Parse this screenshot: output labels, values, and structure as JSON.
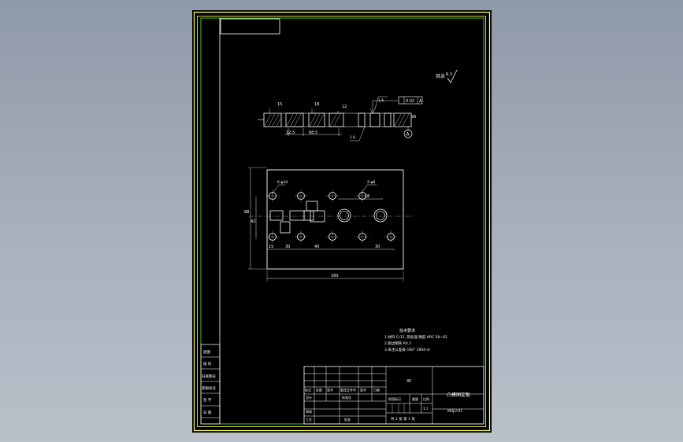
{
  "colors": {
    "background_top": "#8f9aa8",
    "sheet": "#000000",
    "outer_frame": "#ffff66",
    "inner_frame": "#33cc33",
    "lines": "#ffffff",
    "dimensions": "#dddddd"
  },
  "drawing": {
    "roughness_label": "其余",
    "roughness_value": "6.3",
    "datum_label": "A",
    "section_dims": {
      "d_left": "15",
      "d_mid": "18",
      "d_right": "12",
      "d_bottom_1": "12.5",
      "d_bottom_2": "68.5",
      "thickness": "26",
      "chamfer": "1.6",
      "tolerance": "0.02"
    },
    "plan_dims": {
      "hole_note_1": "6-φ10",
      "hole_note_2": "2-φ8",
      "height_total": "88",
      "height_inner": "42",
      "spacing_a": "15",
      "spacing_b": "30",
      "spacing_c": "40",
      "spacing_d": "30",
      "mid_dim": "18",
      "width_total": "160"
    },
    "tech_requirements": {
      "title": "技术要求",
      "line1": "1.材料 Cr12, 热处理 硬度 HRC 58~62",
      "line2": "2.锐边倒钝 R0.2",
      "line3": "3.未注公差按 GB/T 1804-m"
    }
  },
  "title_block": {
    "left_strip": [
      "底图",
      "描 校",
      "旧底图号",
      "底图总号",
      "签 字",
      "日 期"
    ],
    "grid_labels": {
      "marks": "标记",
      "count": "处数",
      "change_doc": "更改文件号",
      "sign": "签字",
      "date": "日期",
      "designer": "设计",
      "standardize": "标准化",
      "review": "审核",
      "process": "工艺",
      "approve": "批准"
    },
    "stage_label": "阶段标记",
    "weight_label": "重量",
    "scale_label": "比例",
    "scale_value": "1:1",
    "sheet_info": "共 1 张  第 1 张",
    "drawing_name": "凸模固定板",
    "drawing_number": "MUJU-01",
    "material_mark": "45"
  }
}
